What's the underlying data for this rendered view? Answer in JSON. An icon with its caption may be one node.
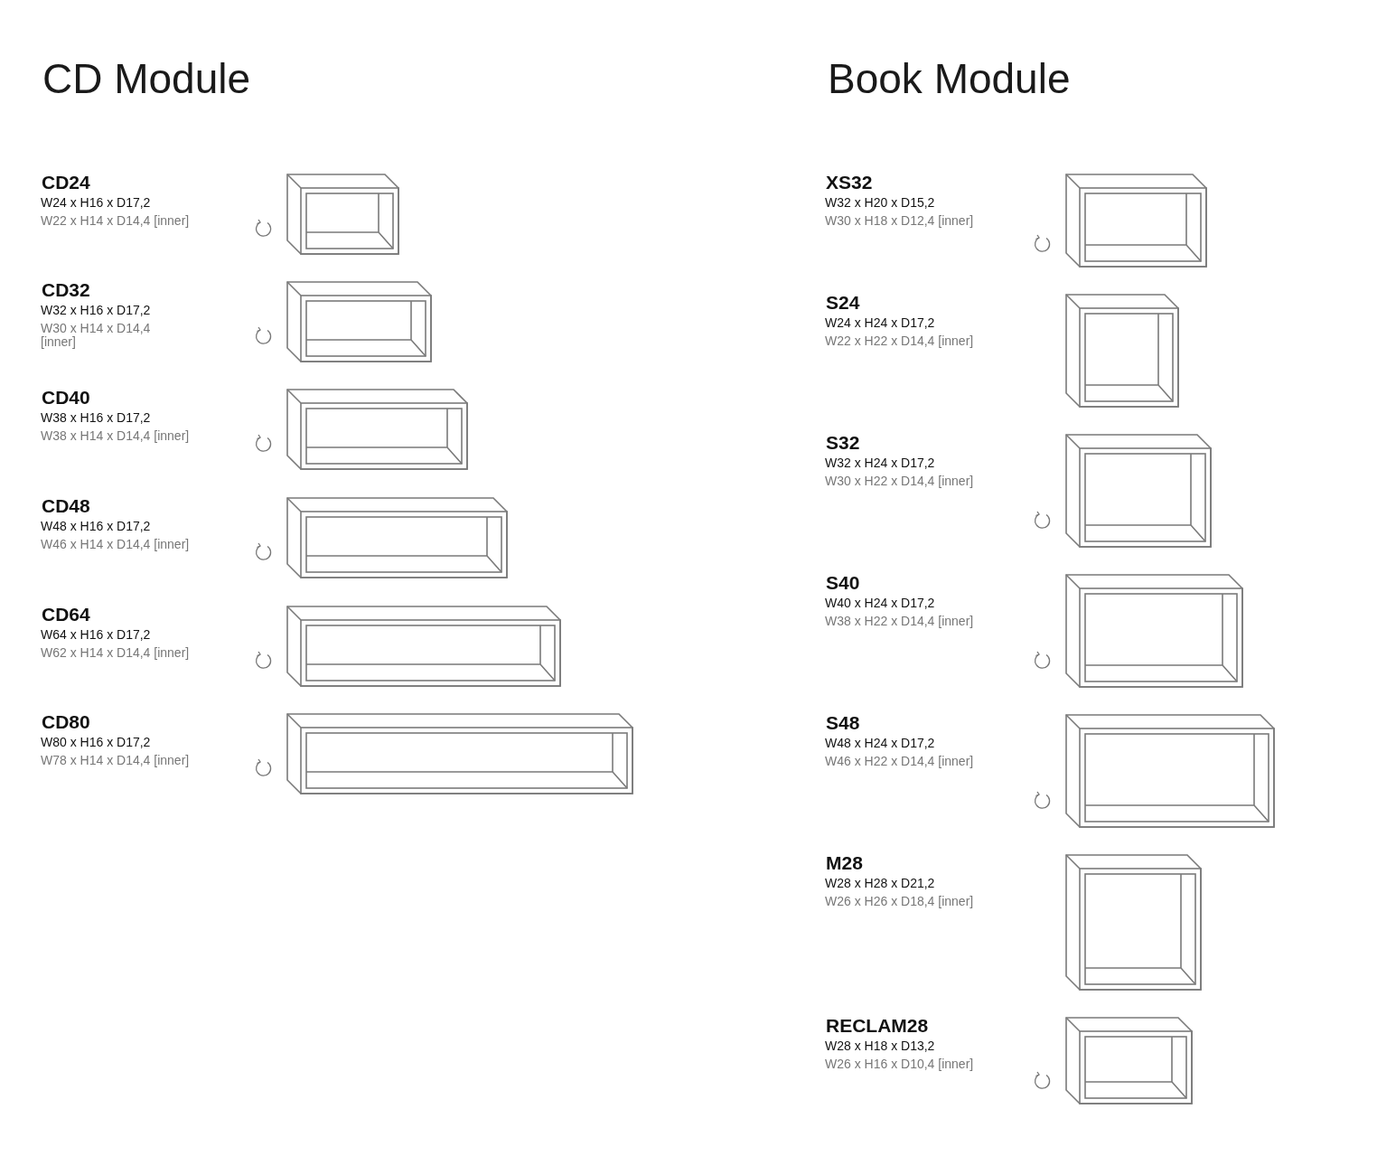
{
  "diagram": {
    "labels": [
      "CD Module",
      "CD24",
      "W24 x H16 x D17,2",
      "W22 x H14 x D14,4 [inner]",
      "CD32",
      "W32 x H16 x D17,2",
      "W30 x H14 x D14,4 [inner]",
      "CD40",
      "W38 x H16 x D17,2",
      "W38 x H14 x D14,4 [inner]",
      "CD48",
      "W48 x H16 x D17,2",
      "W46 x H14 x D14,4 [inner]",
      "CD64",
      "W64 x H16 x D17,2",
      "W62 x H14 x D14,4 [inner]",
      "CD80",
      "W80 x H16 x D17,2",
      "W78 x H14 x D14,4 [inner]",
      "Book Module",
      "XS32",
      "W32 x H20 x D15,2",
      "W30 x H18 x D12,4 [inner]",
      "S24",
      "W24 x H24 x D17,2",
      "W22 x H22 x D14,4 [inner]",
      "S32",
      "W32 x H24 x D17,2",
      "W30 x H22 x D14,4 [inner]",
      "S40",
      "W40 x H24 x D17,2",
      "W38 x H22 x D14,4 [inner]",
      "S48",
      "W48 x H24 x D17,2",
      "W46 x H22 x D14,4 [inner]",
      "M28",
      "W28 x H28 x D21,2",
      "W26 x H26 x D18,4 [inner]",
      "RECLAM28",
      "W28 x H18 x D13,2",
      "W26 x H16 x D10,4 [inner]"
    ]
  }
}
